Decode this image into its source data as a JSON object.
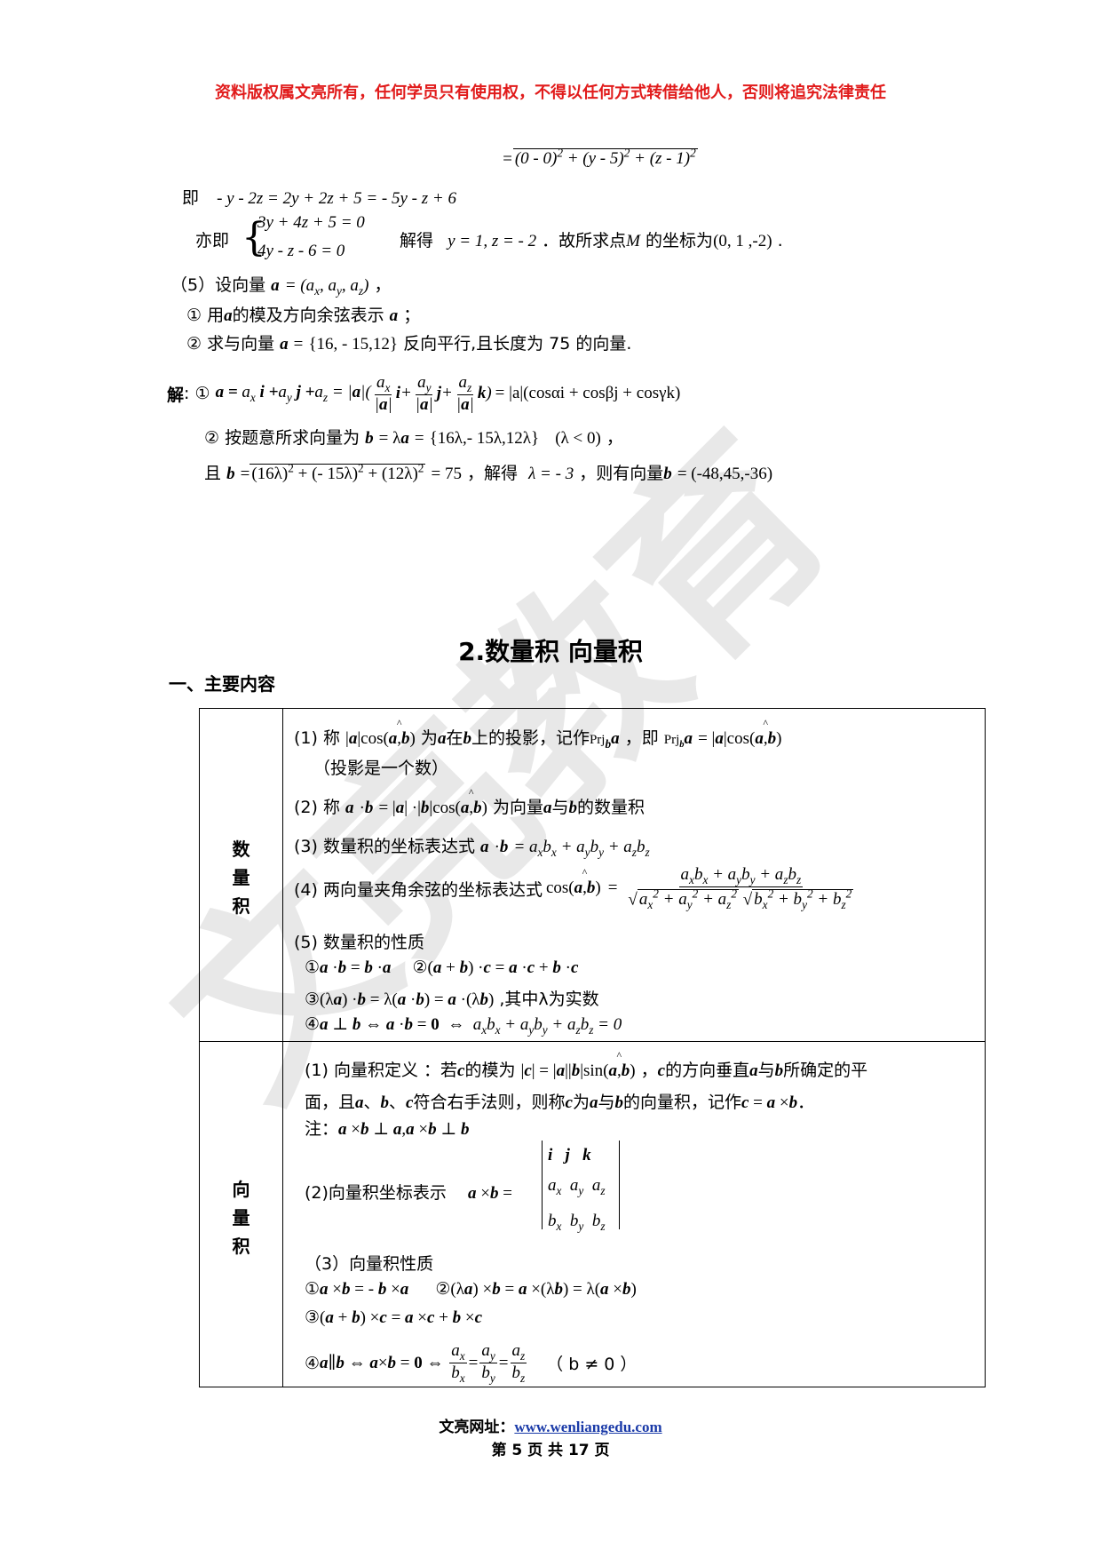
{
  "header": {
    "copyright": "资料版权属文亮所有，任何学员只有使用权，不得以任何方式转借给他人，否则将追究法律责任"
  },
  "watermark": {
    "text": "文亮教育"
  },
  "top_solution": {
    "line_dist": "=√(0 - 0)² + (y - 5)² + (z - 1)²",
    "line_ji_label": "即",
    "line_ji_eq": "- y - 2z = 2y + 2z + 5 = - 5y - z + 6",
    "line_yiji_label": "亦即",
    "system_eq1": "3y + 4z + 5 = 0",
    "system_eq2": "4y - z - 6 = 0",
    "solve_label": "解得",
    "solve_value": "y = 1, z = - 2",
    "conclusion_text": "．故所求点",
    "conclusion_point": "M",
    "conclusion_suffix": "的坐标为",
    "conclusion_coords": "(0, 1 ,-2)",
    "conclusion_end": "."
  },
  "problem5": {
    "intro_prefix": "（5）设向量",
    "intro_vector": "a = (aₓ, a_y, a_z)",
    "intro_suffix": "，",
    "item1_prefix": "① 用",
    "item1_mid": "的模及方向余弦表示",
    "item1_end": "；",
    "item2_prefix": "② 求与向量",
    "item2_vector": "{16, - 15,12}",
    "item2_suffix": "反向平行,且长度为 75 的向量."
  },
  "solution5": {
    "label": "解",
    "part1_num": "①",
    "part1_expr_end": "= |a|(cosαi + cosβj + cosγk)",
    "part2_prefix": "② 按题意所求向量为",
    "part2_expr": "{16λ,- 15λ,12λ}",
    "part2_cond": "(λ < 0)",
    "part2_end": "，",
    "part3_prefix": "且",
    "part3_expr": "= 75",
    "part3_solve": "，解得",
    "part3_lambda": "λ = - 3",
    "part3_then": "，则有向量",
    "part3_result": "= (-48,45,-36)"
  },
  "section": {
    "title": "2.数量积  向量积",
    "subtitle": "一、主要内容"
  },
  "table": {
    "row1_label": [
      "数",
      "量",
      "积"
    ],
    "row2_label": [
      "向",
      "量",
      "积"
    ],
    "dot": {
      "i1_prefix": "(1) 称",
      "i1_mid1": "为",
      "i1_mid2": "在",
      "i1_mid3": "上的投影，记作",
      "i1_proj": "Prj",
      "i1_mid4": "，即",
      "i1_note": "（投影是一个数）",
      "i2_prefix": "(2) 称",
      "i2_suffix": "为向量",
      "i2_mid": "与",
      "i2_end": "的数量积",
      "i3_prefix": "(3) 数量积的坐标表达式",
      "i4_prefix": "(4) 两向量夹角余弦的坐标表达式",
      "i5_title": "(5) 数量积的性质",
      "i5_n1": "①",
      "i5_n2": "②",
      "i5_n3": "③",
      "i5_n3_suffix": ",其中λ为实数",
      "i5_n4": "④"
    },
    "cross": {
      "c1_prefix": "(1) 向量积定义 ：若",
      "c1_mid1": "的模为",
      "c1_mid2": "，",
      "c1_mid3": "的方向垂直",
      "c1_mid4": "与",
      "c1_mid5": "所确定的平",
      "c1_line2_a": "面，且",
      "c1_line2_b": "、",
      "c1_line2_c": "、",
      "c1_line2_d": "符合右手法则，则称",
      "c1_line2_e": "为",
      "c1_line2_f": "与",
      "c1_line2_g": "的向量积，记作",
      "c1_line2_end": "．",
      "c1_note_label": "注：",
      "c2_prefix": "(2)向量积坐标表示",
      "c3_title": "（3）向量积性质",
      "c3_n1": "①",
      "c3_n2": "②",
      "c3_n3": "③",
      "c3_n4": "④",
      "c3_cond": "（ b ≠ 0 ）"
    }
  },
  "footer": {
    "site_label": "文亮网址：",
    "site_url": "www.wenliangedu.com",
    "page": "第 5 页 共 17 页"
  }
}
